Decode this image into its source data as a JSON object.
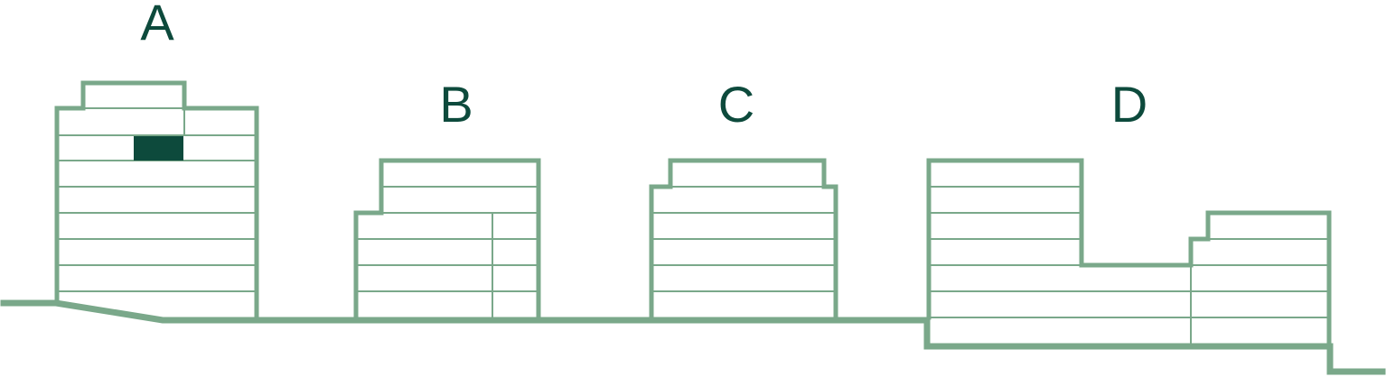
{
  "colors": {
    "outline": "#7aa88a",
    "label": "#0d4a3c",
    "highlight": "#0d4a3c",
    "background": "#ffffff"
  },
  "buildings": [
    {
      "id": "A",
      "label": "A",
      "highlighted_unit": true
    },
    {
      "id": "B",
      "label": "B",
      "highlighted_unit": false
    },
    {
      "id": "C",
      "label": "C",
      "highlighted_unit": false
    },
    {
      "id": "D",
      "label": "D",
      "highlighted_unit": false
    }
  ]
}
